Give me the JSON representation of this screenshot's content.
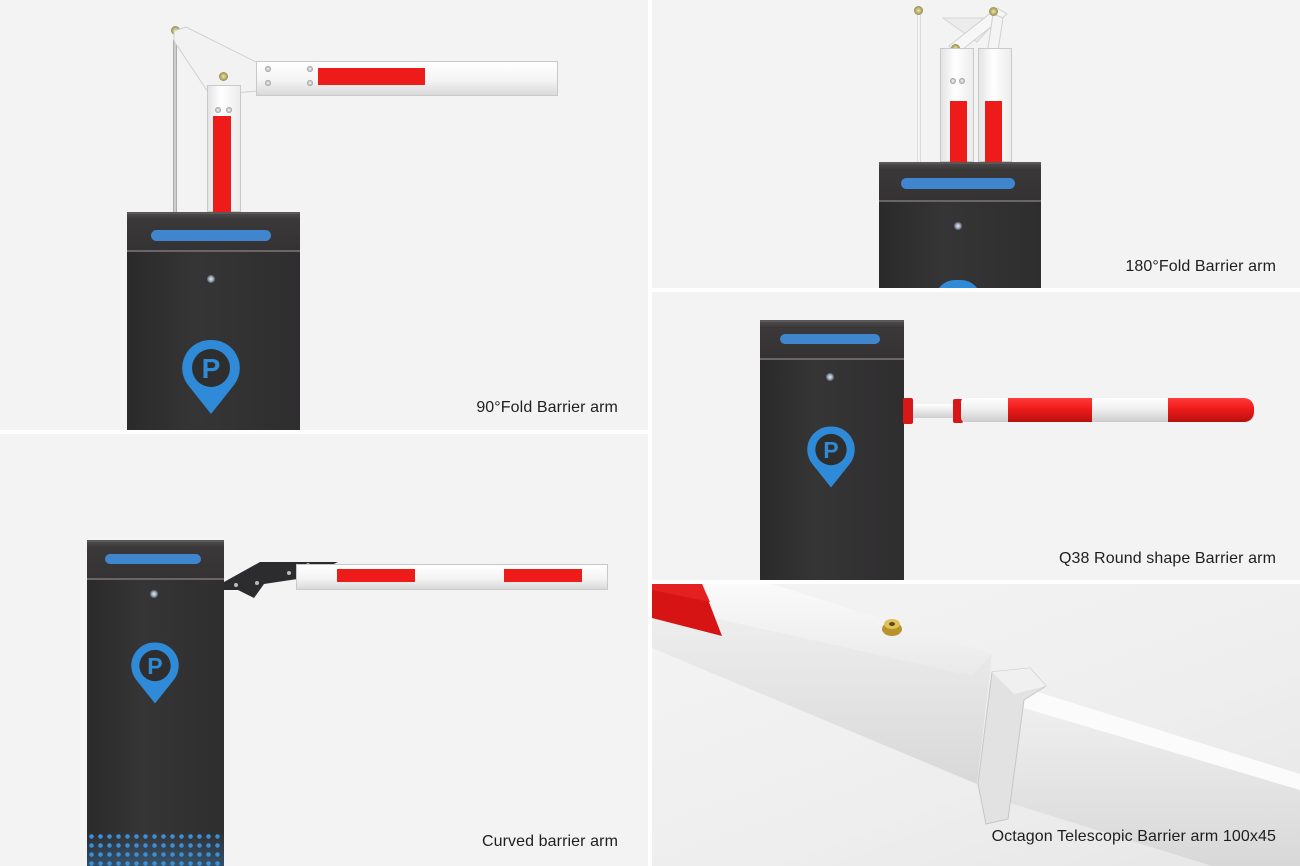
{
  "panels": [
    {
      "id": "fold-90",
      "caption": "90°Fold Barrier arm",
      "position": "top-left"
    },
    {
      "id": "fold-180",
      "caption": "180°Fold Barrier arm",
      "position": "top-right"
    },
    {
      "id": "q38-round",
      "caption": "Q38 Round shape Barrier arm",
      "position": "middle-right"
    },
    {
      "id": "curved",
      "caption": "Curved barrier arm",
      "position": "bottom-left"
    },
    {
      "id": "octagon-telescopic",
      "caption": "Octagon Telescopic Barrier arm 100x45",
      "position": "bottom-right"
    }
  ],
  "icons": {
    "parking_logo": "parking-pin-icon",
    "parking_letter": "P"
  },
  "colors": {
    "background": "#f3f3f3",
    "gutter": "#ffffff",
    "cabinet": "#2f2e2f",
    "indicator_blue": "#3f86cf",
    "logo_blue": "#2f8ad8",
    "stripe_red": "#ee1b1b",
    "arm_white": "#f6f6f6",
    "caption_text": "#1e1e1e"
  }
}
